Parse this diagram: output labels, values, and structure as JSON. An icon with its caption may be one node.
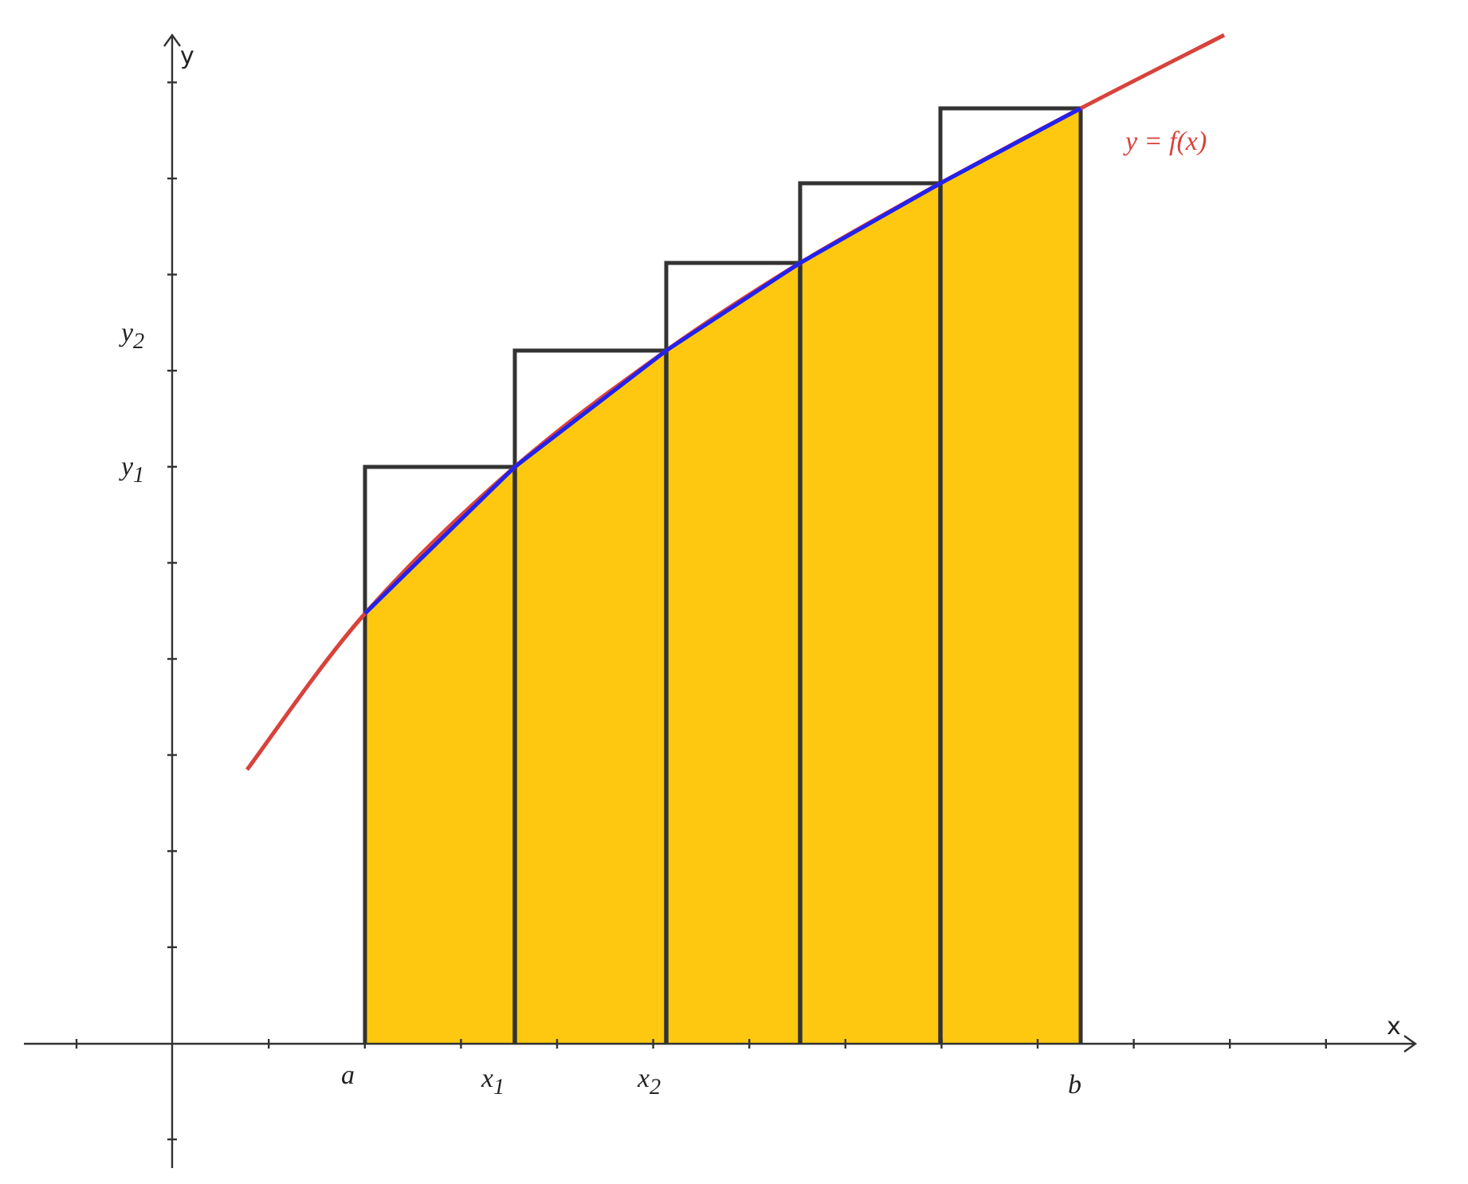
{
  "diagram": {
    "labels": [
      "y",
      "y = f(x)",
      "y$_{2}$",
      "y$_{1}$",
      "x",
      "a",
      "x$_{1}$",
      "x$_{2}$",
      "b"
    ]
  }
}
